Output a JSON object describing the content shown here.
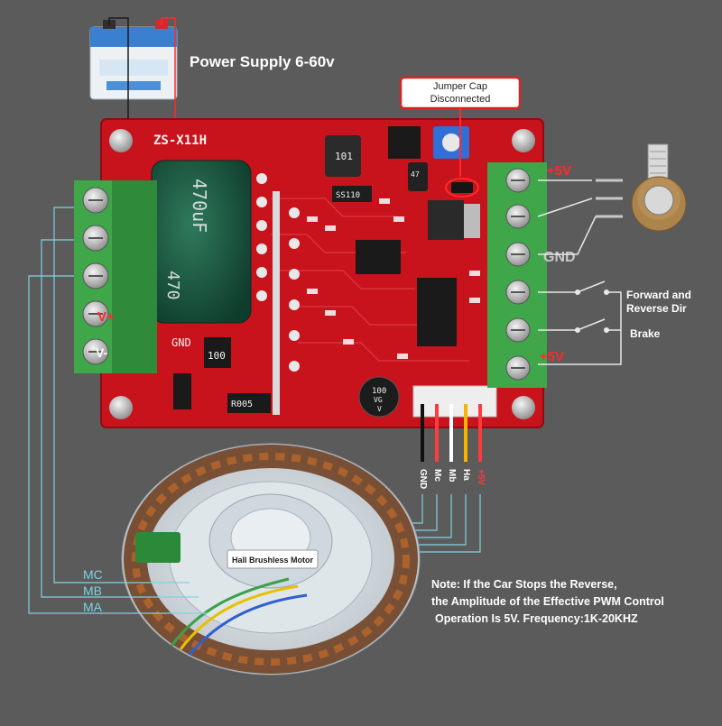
{
  "power_supply": {
    "label": "Power Supply 6-60v"
  },
  "jumper": {
    "line1": "Jumper Cap",
    "line2": "Disconnected"
  },
  "board": {
    "model": "ZS-X11H",
    "capacitor_left": "470uF",
    "capacitor_left_rating": "470",
    "gnd_label": "GND",
    "shunt": "R005",
    "resistor": "100",
    "inductor": "101",
    "diode": "SS110",
    "small_cap_rating": "47",
    "cap_main_line1": "100",
    "cap_main_line2": "VG",
    "cap_main_line3": "V"
  },
  "left_terminals": {
    "vplus": "V+",
    "vminus": "V-",
    "gnd": "GND"
  },
  "right_terminals": {
    "plus5v_top": "+5V",
    "gnd": "GND",
    "plus5v_bottom": "+5V"
  },
  "controls": {
    "forward_reverse": "Forward and\nReverse Dir",
    "forward_reverse_line1": "Forward and",
    "forward_reverse_line2": "Reverse Dir",
    "brake": "Brake"
  },
  "hall_connector": {
    "pins": [
      "GND",
      "Mc",
      "Mb",
      "Ha",
      "+5V"
    ]
  },
  "motor": {
    "label": "Hall Brushless Motor"
  },
  "phases": [
    "MC",
    "MB",
    "MA"
  ],
  "note": {
    "line1": "Note: If the Car Stops the Reverse,",
    "line2": "the Amplitude of the Effective PWM Control",
    "line3": "Operation Is 5V. Frequency:1K-20KHZ"
  },
  "colors": {
    "background": "#5b5b5b",
    "pcb": "#c8121c",
    "terminal": "#3fa64a",
    "wire": "#7fd2e0",
    "accent_red": "#ff2a2a"
  }
}
